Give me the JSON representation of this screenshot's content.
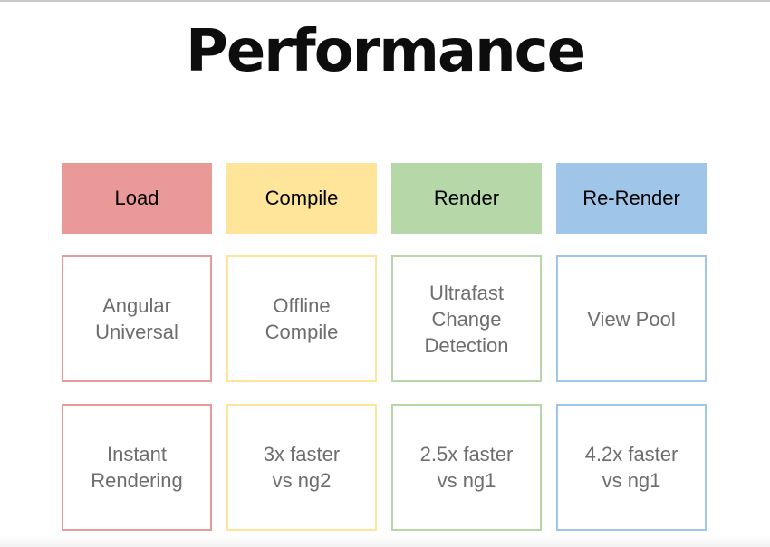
{
  "page": {
    "background": "#ffffff",
    "top_border_color": "#c9c9c9"
  },
  "slide": {
    "title": "Performance",
    "text_colors": {
      "title": "#0d0d0d",
      "header": "#000000",
      "cell": "#6e6e6e"
    },
    "columns": [
      {
        "header": "Load",
        "color": "#ea9999",
        "cells": [
          "Angular\nUniversal",
          "Instant\nRendering"
        ]
      },
      {
        "header": "Compile",
        "color": "#ffe599",
        "cells": [
          "Offline\nCompile",
          "3x faster\nvs ng2"
        ]
      },
      {
        "header": "Render",
        "color": "#b6d7a8",
        "cells": [
          "Ultrafast\nChange\nDetection",
          "2.5x faster\nvs ng1"
        ]
      },
      {
        "header": "Re-Render",
        "color": "#9fc5e8",
        "cells": [
          "View Pool",
          "4.2x faster\nvs ng1"
        ]
      }
    ]
  }
}
